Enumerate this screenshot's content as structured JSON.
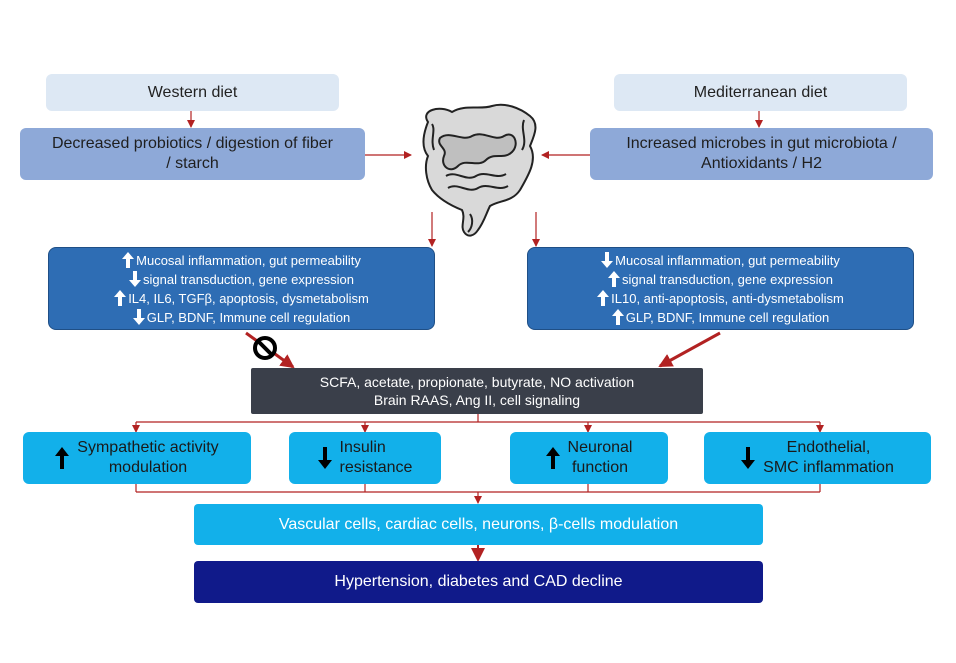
{
  "diets": {
    "western": "Western diet",
    "mediterranean": "Mediterranean diet"
  },
  "effects": {
    "western": [
      "Decreased probiotics / digestion of fiber",
      "/ starch"
    ],
    "mediterranean": [
      "Increased microbes in gut microbiota /",
      "Antioxidants / H2"
    ]
  },
  "mechanisms": {
    "western": [
      {
        "dir": "up",
        "text": "Mucosal inflammation,  gut permeability"
      },
      {
        "dir": "down",
        "text": "signal transduction, gene expression"
      },
      {
        "dir": "up",
        "text": "IL4, IL6, TGFβ,  apoptosis, dysmetabolism"
      },
      {
        "dir": "down",
        "text": "GLP, BDNF, Immune  cell regulation"
      }
    ],
    "mediterranean": [
      {
        "dir": "down",
        "text": "Mucosal inflammation,  gut permeability"
      },
      {
        "dir": "up",
        "text": "signal transduction, gene expression"
      },
      {
        "dir": "up",
        "text": "IL10, anti-apoptosis, anti-dysmetabolism"
      },
      {
        "dir": "up",
        "text": "GLP, BDNF, Immune  cell regulation"
      }
    ]
  },
  "scfa": [
    "SCFA, acetate, propionate, butyrate, NO activation",
    "Brain RAAS, Ang II, cell signaling"
  ],
  "outcomes": [
    {
      "dir": "up",
      "lines": [
        "Sympathetic activity",
        "modulation"
      ]
    },
    {
      "dir": "down",
      "lines": [
        "Insulin",
        "resistance"
      ]
    },
    {
      "dir": "up",
      "lines": [
        "Neuronal",
        "function"
      ]
    },
    {
      "dir": "down",
      "lines": [
        "Endothelial,",
        "SMC inflammation"
      ]
    }
  ],
  "vascular": "Vascular cells, cardiac cells, neurons, β-cells modulation",
  "final": "Hypertension, diabetes and CAD decline",
  "colors": {
    "arrow": "#b22222",
    "diet_box": "#dde8f4",
    "effect_box": "#8ea9d8",
    "mechanism_box": "#2e6db4",
    "scfa_box": "#3a3f4a",
    "outcome_box": "#12b0ea",
    "final_box": "#101a8a"
  },
  "icons": {
    "gut": "intestine-illustration-icon",
    "block": "prohibition-icon"
  }
}
